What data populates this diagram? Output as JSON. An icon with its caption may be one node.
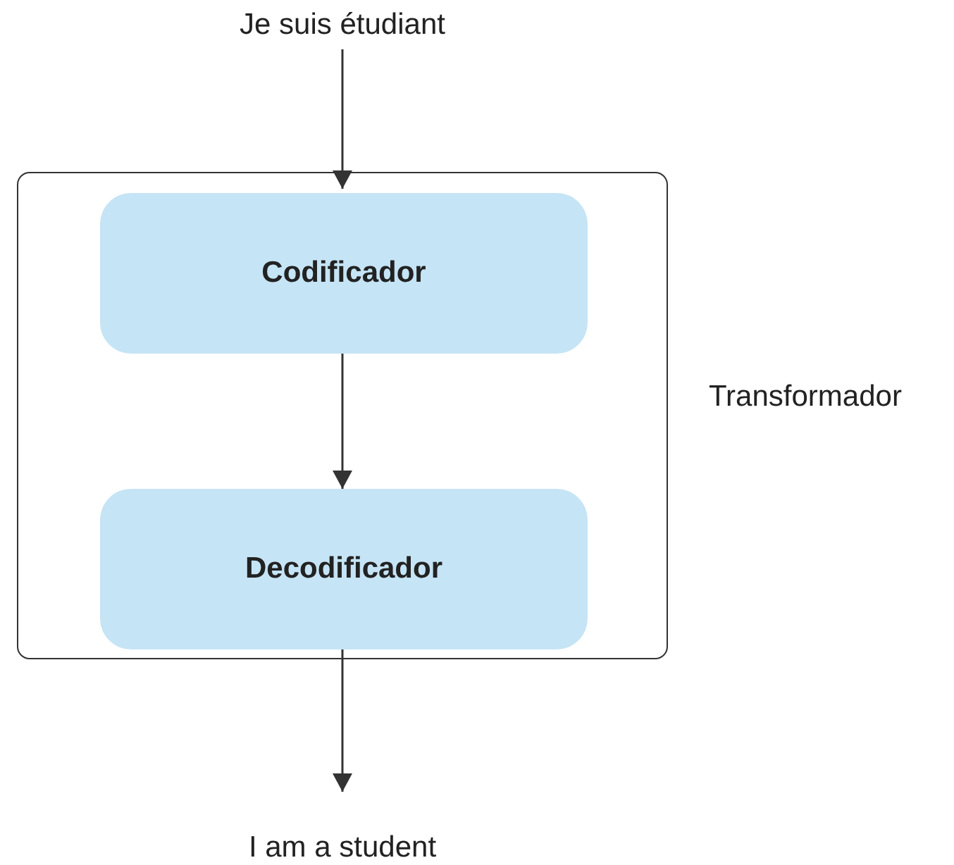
{
  "diagram": {
    "nodes": [
      {
        "text": [
          "Je suis étudiant"
        ]
      },
      {
        "text": [
          "Transformador"
        ]
      },
      {
        "text": [
          "Codificador"
        ],
        "in": 1
      },
      {
        "text": [
          "Decodificador"
        ],
        "in": 1
      },
      {
        "text": [
          "I am a student"
        ]
      }
    ],
    "edges": [
      {
        "from": 0,
        "to": 2,
        "arrow": "to"
      },
      {
        "from": 2,
        "to": 3,
        "arrow": "to"
      },
      {
        "from": 3,
        "to": 4,
        "arrow": "to"
      }
    ]
  }
}
